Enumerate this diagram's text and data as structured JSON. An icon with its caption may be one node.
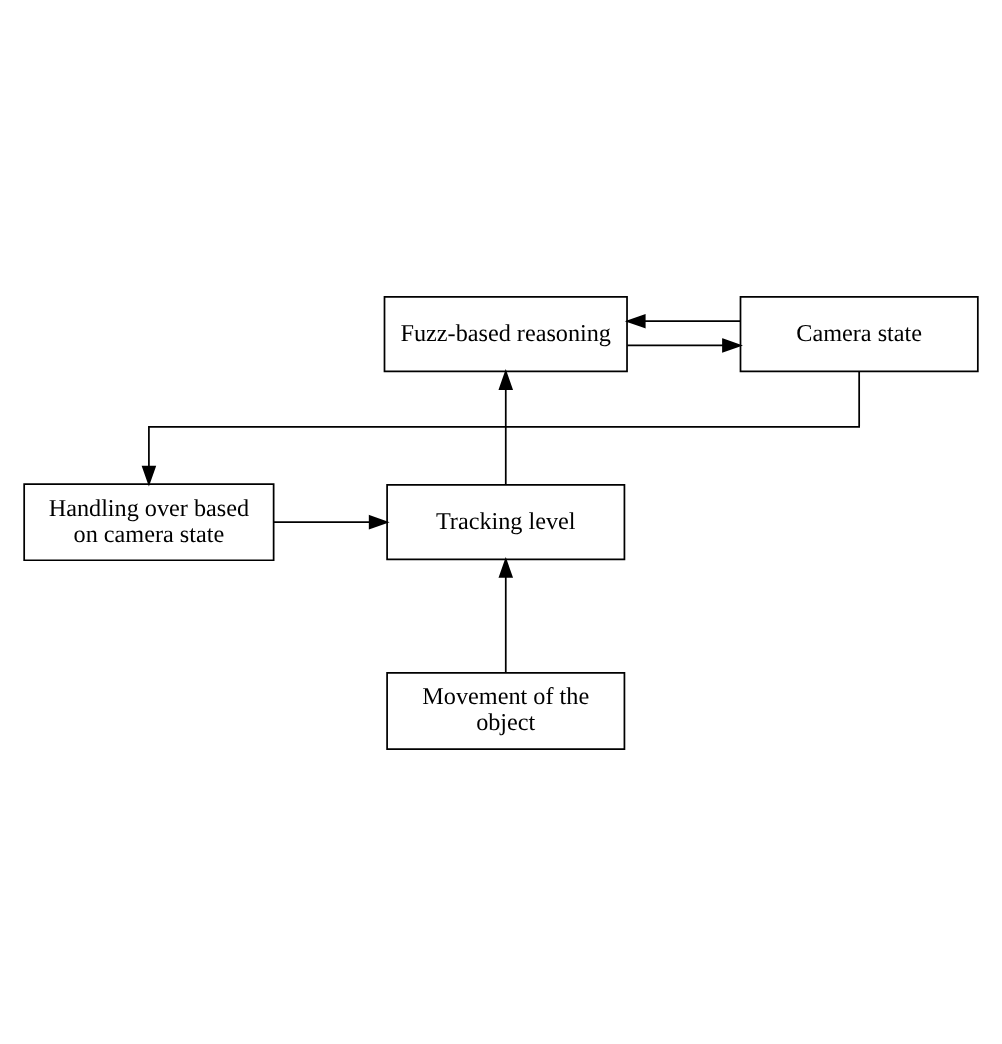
{
  "diagram": {
    "nodes": [
      {
        "text": [
          "Fuzz-based reasoning"
        ]
      },
      {
        "text": [
          "Camera state"
        ]
      },
      {
        "text": [
          "Tracking level"
        ]
      },
      {
        "text": [
          "Handling over based on camera state"
        ]
      },
      {
        "text": [
          "Movement of the object"
        ]
      }
    ],
    "edges": [
      {
        "from": 1,
        "to": 0,
        "arrow": "to"
      },
      {
        "from": 0,
        "to": 1,
        "arrow": "to"
      },
      {
        "from": 2,
        "to": 0,
        "arrow": "to"
      },
      {
        "from": 3,
        "to": 2,
        "arrow": "to"
      },
      {
        "from": 4,
        "to": 2,
        "arrow": "to"
      },
      {
        "from": 1,
        "to": 3,
        "arrow": "to"
      }
    ]
  }
}
